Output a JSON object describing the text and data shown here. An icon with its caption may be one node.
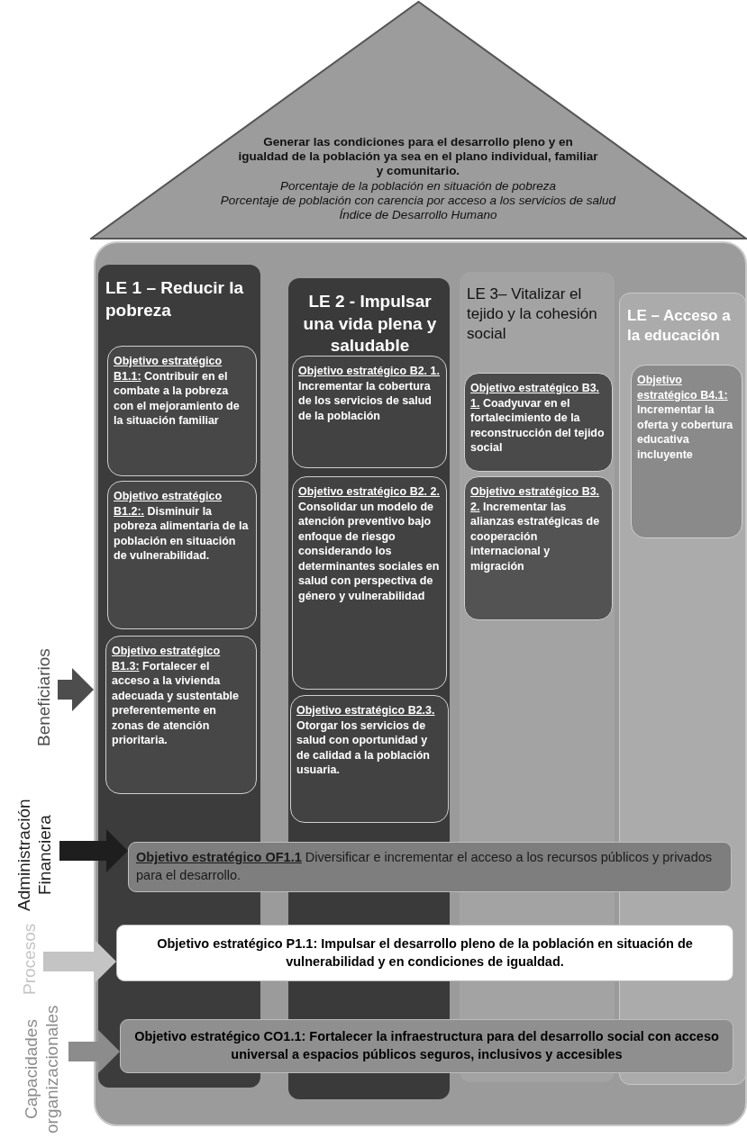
{
  "diagram": {
    "nodes": [
      {
        "text": [
          "Generar las condiciones para el desarrollo pleno y en igualdad de la población ya sea en el plano individual, familiar y comunitario.",
          "Porcentaje de la población en situación de pobreza",
          "Porcentaje de población con carencia por acceso a los servicios de salud",
          "Índice de Desarrollo Humano"
        ]
      },
      {
        "text": [],
        "shape": "box"
      },
      {
        "text": [
          "LE 1 – Reducir la pobreza"
        ],
        "in": 1
      },
      {
        "text": [
          "Objetivo estratégico B1.1:",
          "Contribuir en el combate a la pobreza con el mejoramiento de la situación familiar"
        ],
        "in": 2
      },
      {
        "text": [
          "Objetivo estratégico B1.2:.",
          "Disminuir la pobreza alimentaria de la población en situación de vulnerabilidad."
        ],
        "in": 2
      },
      {
        "text": [
          "Objetivo estratégico B1.3:",
          "Fortalecer el acceso a la vivienda adecuada y sustentable preferentemente en zonas de atención prioritaria."
        ],
        "in": 2
      },
      {
        "text": [
          "LE 2 - Impulsar una vida plena y saludable"
        ],
        "in": 1
      },
      {
        "text": [
          "Objetivo estratégico B2. 1.",
          "Incrementar la cobertura de los servicios de salud de la población"
        ],
        "in": 6
      },
      {
        "text": [
          "Objetivo estratégico B2. 2.",
          "Consolidar un modelo de atención preventivo bajo enfoque de riesgo considerando los determinantes sociales en salud con perspectiva de género y vulnerabilidad"
        ],
        "in": 6
      },
      {
        "text": [
          "Objetivo estratégico B2.3.",
          "Otorgar los servicios de salud con oportunidad y de calidad a la población usuaria."
        ],
        "in": 6
      },
      {
        "text": [
          "LE 3– Vitalizar el tejido y la cohesión social"
        ],
        "in": 1
      },
      {
        "text": [
          "Objetivo estratégico B3. 1.",
          "Coadyuvar en el fortalecimiento de la reconstrucción del tejido social"
        ],
        "in": 10
      },
      {
        "text": [
          "Objetivo estratégico B3. 2.",
          "Incrementar las alianzas estratégicas de cooperación internacional y migración"
        ],
        "in": 10
      },
      {
        "text": [
          "LE – Acceso a la educación"
        ],
        "in": 1
      },
      {
        "text": [
          "Objetivo estratégico B4.1:",
          "Incrementar la oferta y cobertura educativa incluyente"
        ],
        "in": 13
      },
      {
        "text": [
          "Objetivo estratégico OF1.1",
          "Diversificar e incrementar el acceso a los recursos públicos y privados para el desarrollo."
        ],
        "in": 1
      },
      {
        "text": [
          "Objetivo estratégico P1.1: Impulsar el desarrollo pleno de la población en situación de vulnerabilidad y en condiciones de igualdad."
        ],
        "in": 1
      },
      {
        "text": [
          "Objetivo estratégico CO1.1: Fortalecer la infraestructura para del desarrollo social con acceso universal a espacios públicos seguros, inclusivos y accesibles"
        ],
        "in": 1
      },
      {
        "text": [
          "Beneficiarios"
        ]
      },
      {
        "text": [
          "Administración Financiera"
        ]
      },
      {
        "text": [
          "Procesos"
        ]
      },
      {
        "text": [
          "Capacidades organizacionales"
        ]
      }
    ],
    "edges": [
      {
        "from": 18,
        "to": 1,
        "arrow": "to",
        "color": "#4d4d4d"
      },
      {
        "from": 19,
        "to": 15,
        "arrow": "to",
        "color": "#1e1e1e"
      },
      {
        "from": 20,
        "to": 16,
        "arrow": "to",
        "color": "#c4c4c4"
      },
      {
        "from": 21,
        "to": 17,
        "arrow": "to",
        "color": "#8c8c8c"
      }
    ]
  }
}
